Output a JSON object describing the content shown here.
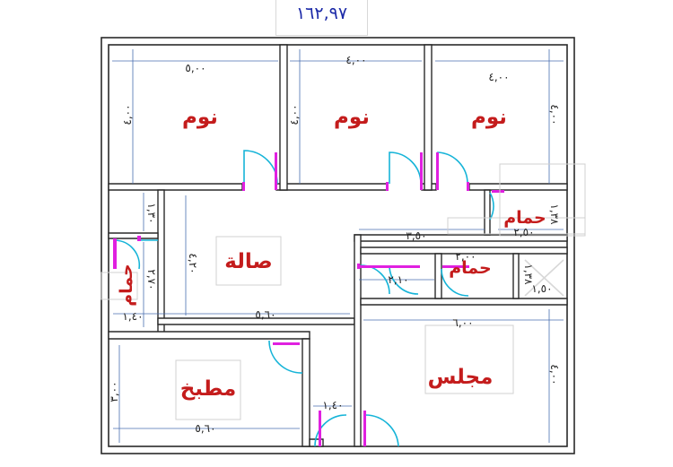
{
  "total_area": "١٦٢,٩٧",
  "rooms": {
    "bedroom_1": "نوم",
    "bedroom_2": "نوم",
    "bedroom_3": "نوم",
    "hall": "صالة",
    "bathroom_1": "حمام",
    "bathroom_2": "حمام",
    "bathroom_3": "حمام",
    "kitchen": "مطبخ",
    "majlis": "مجلس"
  },
  "dimensions": {
    "bedroom_1_width": "٥,٠٠",
    "bedroom_2_width": "٤,٠٠",
    "bedroom_3_width": "٤,٠٠",
    "bedroom_1_height": "٤,٠٠",
    "bedroom_2_height": "٤,٠٠",
    "bedroom_3_height": "٤,٠٠",
    "left_corridor_height": "١,٣٠",
    "left_bath_height": "٢,٧٠",
    "left_bath_width": "١,٤٠",
    "hall_height": "٤,٢٠",
    "hall_width": "٥,٦٠",
    "corridor_width": "٣,٥٠",
    "bath_center_width": "٢,١٠",
    "bath_right_height": "١,٣٨",
    "bath_right_width": "٢,٥٠",
    "bath_corner_width": "١,٥٠",
    "bath_right_top": "٢,٠٠",
    "bath_right_side": "١,٣٨",
    "majlis_width": "٦,٠٠",
    "majlis_height": "٤,٠٠",
    "kitchen_width": "٥,٦٠",
    "kitchen_height": "٣,٠٠",
    "entrance_width": "١,٤٠"
  },
  "colors": {
    "wall": "#2a2a2a",
    "room_label": "#c41c1c",
    "door_arc": "#16b4d8",
    "door_jamb": "#e020e0",
    "dimension_line": "#4a6fb0",
    "area_text": "#1c2aa8"
  }
}
